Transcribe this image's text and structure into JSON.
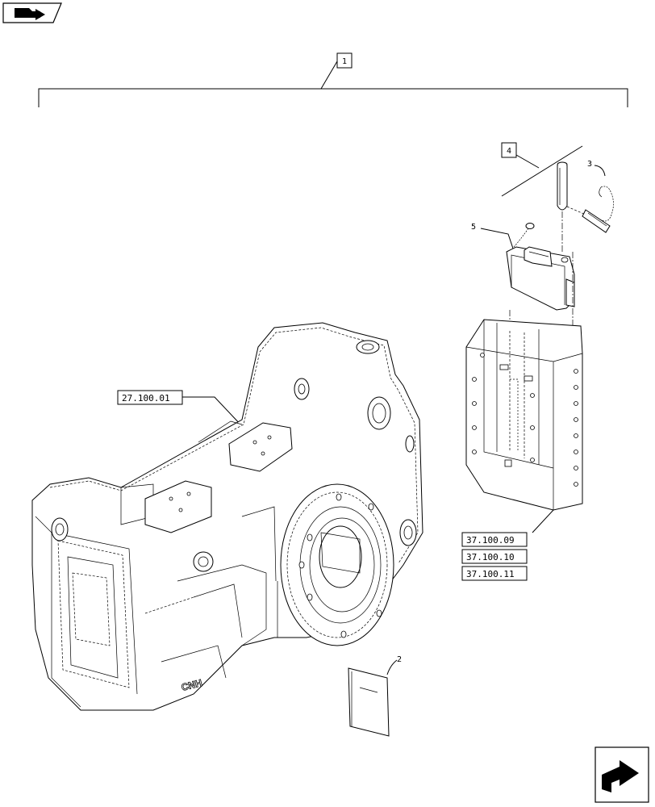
{
  "toolbar": {
    "nav_icon": "bookmark-arrow-icon"
  },
  "footer": {
    "nav_icon": "next-page-arrow-icon"
  },
  "callouts": {
    "assembly": "1",
    "manual": "2",
    "chain": "3",
    "pin_kit": "4",
    "plate": "5"
  },
  "refs": {
    "housing": "27.100.01",
    "hitch_a": "37.100.09",
    "hitch_b": "37.100.10",
    "hitch_c": "37.100.11"
  },
  "housing_cast_text": "CNH"
}
